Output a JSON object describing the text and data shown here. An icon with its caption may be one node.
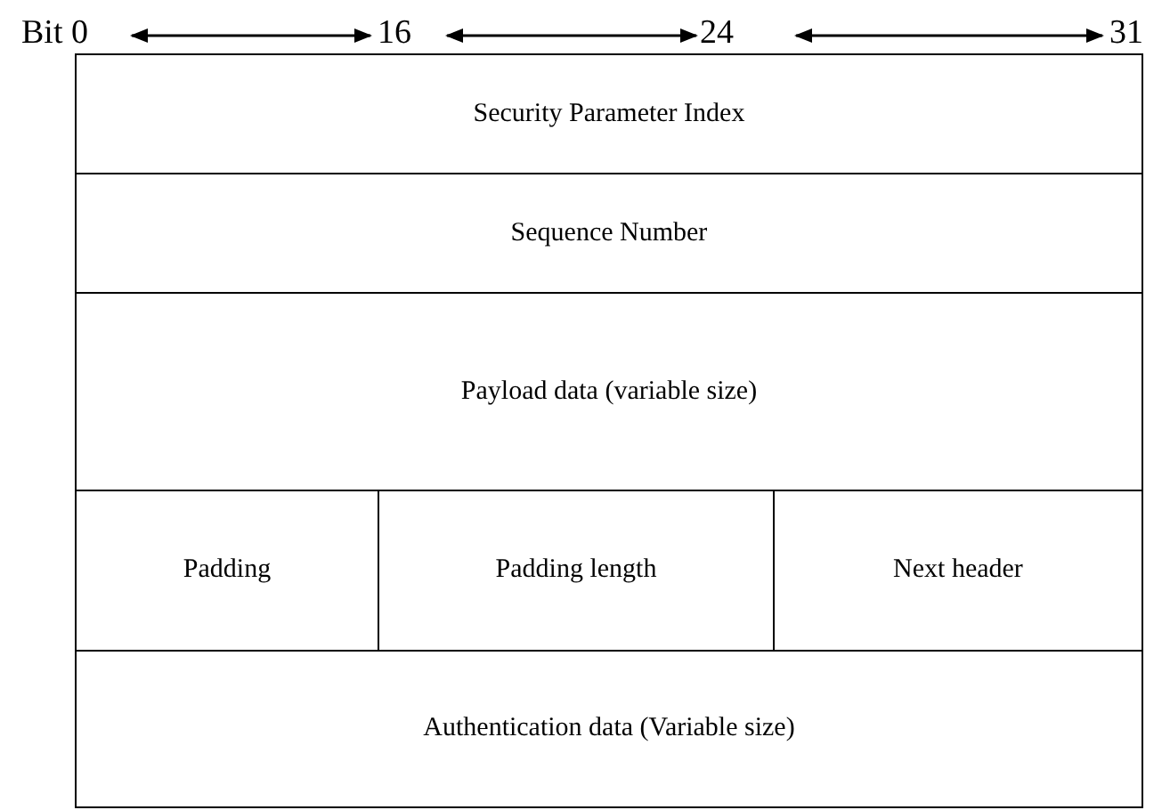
{
  "diagram": {
    "nodes": [
      {
        "text": [
          "Security Parameter Index"
        ]
      },
      {
        "text": [
          "Sequence Number"
        ]
      },
      {
        "text": [
          "Payload data (variable size)"
        ]
      },
      {
        "text": [
          "Padding"
        ]
      },
      {
        "text": [
          "Padding length"
        ]
      },
      {
        "text": [
          "Next header"
        ]
      },
      {
        "text": [
          "Authentication data (Variable size)"
        ]
      }
    ],
    "edges": [],
    "labels": [
      "Bit 0",
      "16",
      "24",
      "31"
    ]
  }
}
